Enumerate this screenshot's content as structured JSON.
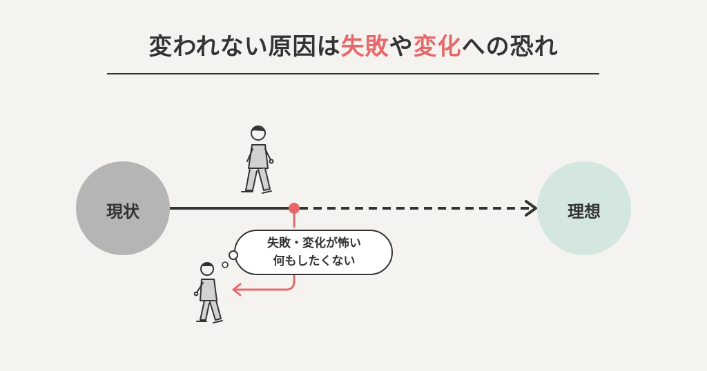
{
  "title": {
    "part1": "変われない原因は",
    "highlight1": "失敗",
    "part2": "や",
    "highlight2": "変化",
    "part3": "への恐れ"
  },
  "nodes": {
    "current": "現状",
    "ideal": "理想"
  },
  "bubble": {
    "line1": "失敗・変化が怖い",
    "line2": "何もしたくない"
  },
  "colors": {
    "background": "#f4f3f0",
    "text": "#333333",
    "accent": "#e8676a",
    "current_circle": "#b5b5b5",
    "ideal_circle": "#d4e6e0"
  }
}
